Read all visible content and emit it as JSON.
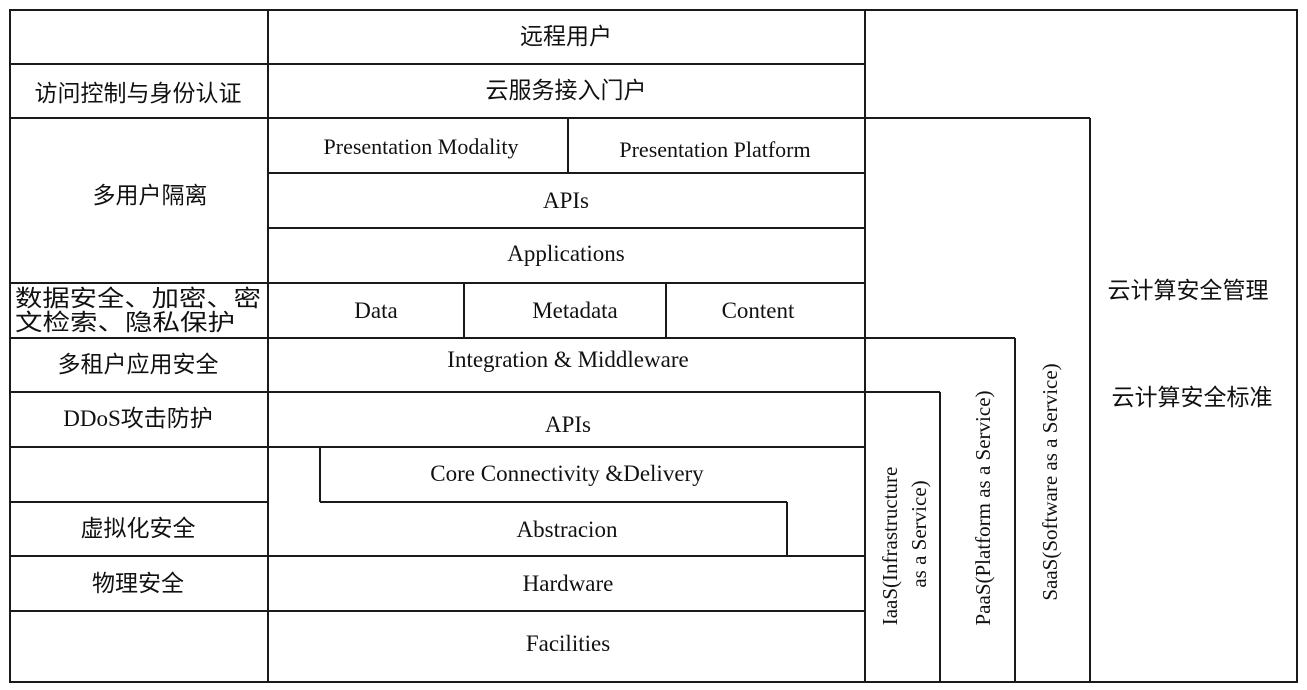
{
  "stack": {
    "remote_users": "远程用户",
    "portal": "云服务接入门户",
    "presentation_modality": "Presentation Modality",
    "presentation_platform": "Presentation Platform",
    "apis_upper": "APIs",
    "applications": "Applications",
    "data": "Data",
    "metadata": "Metadata",
    "content": "Content",
    "integration": "Integration & Middleware",
    "apis_lower": "APIs",
    "core": "Core Connectivity &Delivery",
    "abstraction": "Abstracion",
    "hardware": "Hardware",
    "facilities": "Facilities"
  },
  "security": {
    "access_control": "访问控制与身份认证",
    "multi_user_isolation": "多用户隔离",
    "data_security_line1": "数据安全、加密、密",
    "data_security_line2": "文检索、隐私保护",
    "multi_tenant": "多租户应用安全",
    "ddos": "DDoS攻击防护",
    "virtualization": "虚拟化安全",
    "physical": "物理安全"
  },
  "service_models": {
    "iaas_line1": "IaaS(Infrastructure",
    "iaas_line2": "as a Service)",
    "paas": "PaaS(Platform as a Service)",
    "saas": "SaaS(Software as a Service)"
  },
  "management": {
    "security_management": "云计算安全管理",
    "security_standards": "云计算安全标准"
  }
}
